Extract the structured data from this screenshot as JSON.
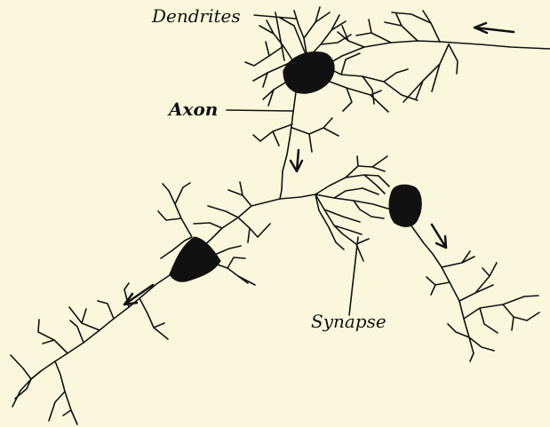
{
  "labels": {
    "dendrites": "Dendrites",
    "axon": "Axon",
    "synapse": "Synapse"
  },
  "colors": {
    "background": "#fbf7dc",
    "ink": "#111111"
  }
}
